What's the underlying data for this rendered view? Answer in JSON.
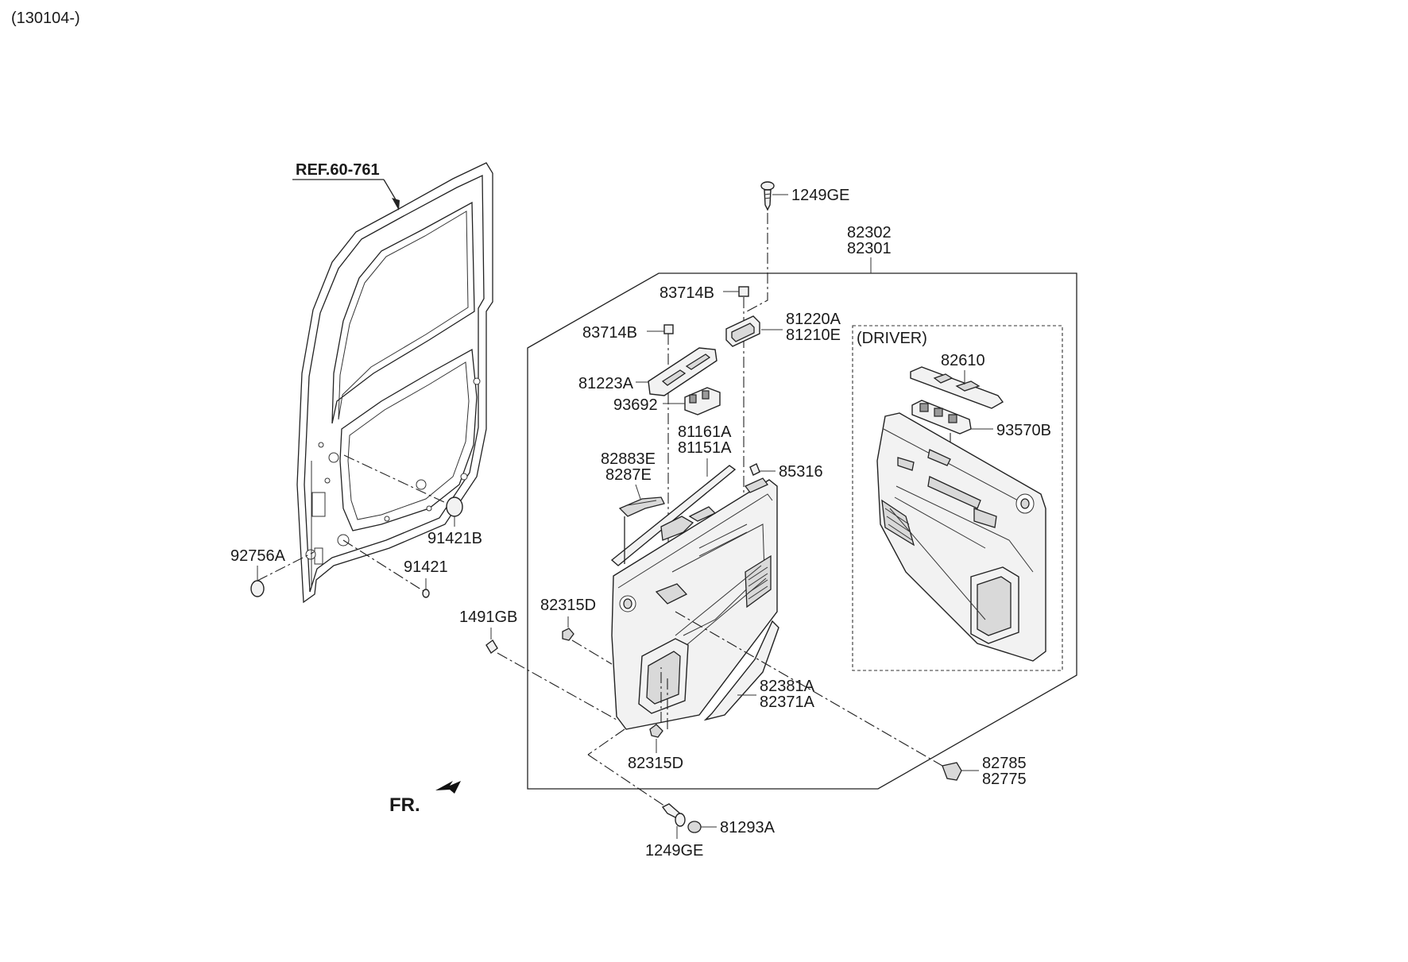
{
  "header": {
    "serial_range": "(130104-)"
  },
  "reference": {
    "label": "REF.60-761"
  },
  "front_indicator": {
    "label": "FR."
  },
  "driver_box": {
    "label": "(DRIVER)"
  },
  "parts": {
    "p1249ge_top": "1249GE",
    "p82302": "82302",
    "p82301": "82301",
    "p83714b_a": "83714B",
    "p83714b_b": "83714B",
    "p81220a": "81220A",
    "p81210e": "81210E",
    "p81223a": "81223A",
    "p93692": "93692",
    "p81161a": "81161A",
    "p81151a": "81151A",
    "p82883e": "82883E",
    "p8287e": "8287E",
    "p85316": "85316",
    "p82610": "82610",
    "p93570b": "93570B",
    "p91421b": "91421B",
    "p92756a": "92756A",
    "p91421": "91421",
    "p82315d_a": "82315D",
    "p1491gb": "1491GB",
    "p82381a": "82381A",
    "p82371a": "82371A",
    "p82315d_b": "82315D",
    "p82785": "82785",
    "p82775": "82775",
    "p81293a": "81293A",
    "p1249ge_bottom": "1249GE"
  }
}
